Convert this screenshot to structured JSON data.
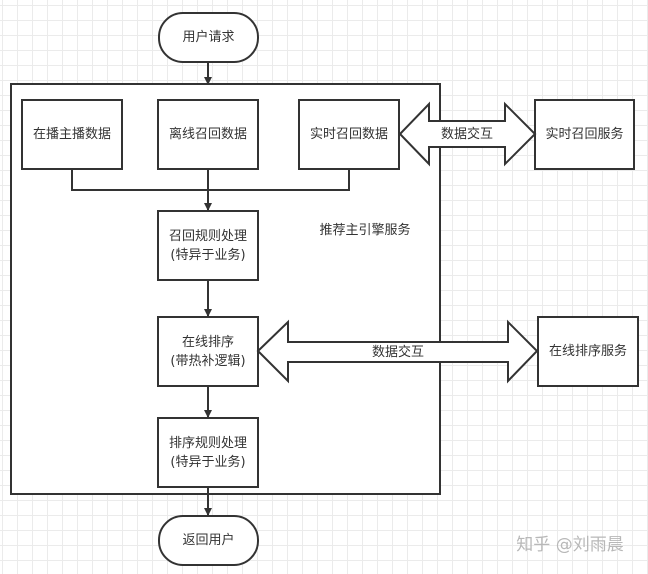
{
  "diagram": {
    "start_node": "用户请求",
    "end_node": "返回用户",
    "engine_container_label": "推荐主引擎服务",
    "data_sources": [
      "在播主播数据",
      "离线召回数据",
      "实时召回数据"
    ],
    "recall_rules": {
      "line1": "召回规则处理",
      "line2": "(特异于业务)"
    },
    "online_ranking": {
      "line1": "在线排序",
      "line2": "(带热补逻辑)"
    },
    "ranking_rules": {
      "line1": "排序规则处理",
      "line2": "(特异于业务)"
    },
    "external_services": {
      "realtime_recall": "实时召回服务",
      "online_ranking": "在线排序服务"
    },
    "exchange_arrows": {
      "recall_exchange": "数据交互",
      "ranking_exchange": "数据交互"
    }
  },
  "watermark": "知乎 @刘雨晨",
  "colors": {
    "stroke": "#333333",
    "grid": "#ebebeb",
    "watermark": "#b8b8b8"
  }
}
